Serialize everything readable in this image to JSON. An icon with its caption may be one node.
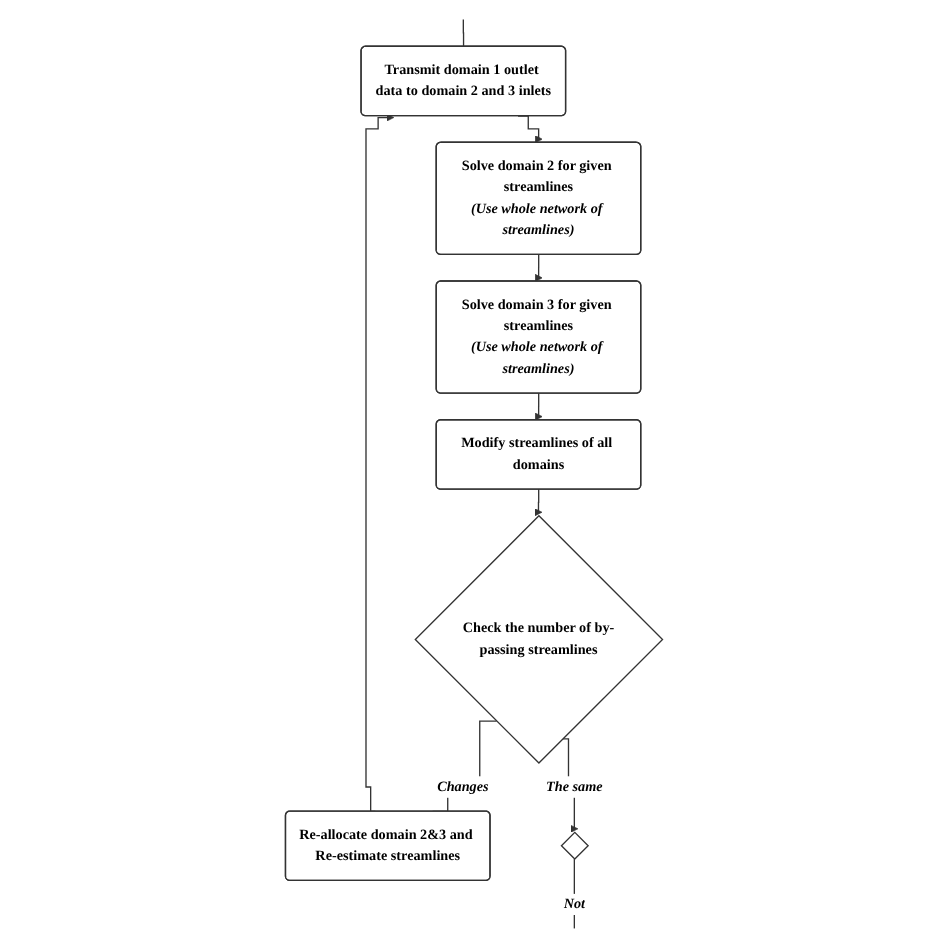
{
  "diagram": {
    "nodes": [
      {
        "text": [
          "Transmit domain 1 outlet data to domain 2 and 3 inlets"
        ]
      },
      {
        "text": [
          "Solve domain 2 for given streamlines",
          "(Use whole network of streamlines)"
        ]
      },
      {
        "text": [
          "Solve domain 3 for given streamlines",
          "(Use whole network of streamlines)"
        ]
      },
      {
        "text": [
          "Modify streamlines of all domains"
        ]
      },
      {
        "text": [
          "Check the number of by-passing streamlines"
        ]
      },
      {
        "text": [
          "Re-allocate domain 2&3 and Re-estimate streamlines"
        ]
      },
      {
        "text": [],
        "shape": "diamond"
      }
    ],
    "edges": [
      {
        "from": null,
        "to": 0,
        "arrow": "none"
      },
      {
        "from": 0,
        "to": 1,
        "arrow": "to"
      },
      {
        "from": 1,
        "to": 2,
        "arrow": "to"
      },
      {
        "from": 2,
        "to": 3,
        "arrow": "to"
      },
      {
        "from": 3,
        "to": 4,
        "arrow": "to"
      },
      {
        "from": 4,
        "to": 5,
        "arrow": "none",
        "label": "Changes"
      },
      {
        "from": 5,
        "to": 0,
        "arrow": "to"
      },
      {
        "from": 4,
        "to": 6,
        "arrow": "to",
        "label": "The same"
      },
      {
        "from": 6,
        "to": null,
        "arrow": "none",
        "label": "Not"
      }
    ]
  }
}
